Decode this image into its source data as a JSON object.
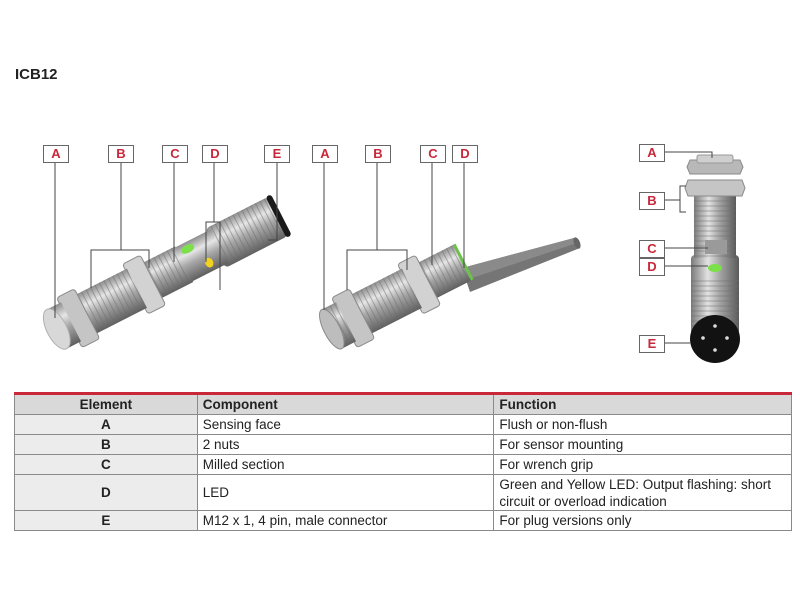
{
  "title": "ICB12",
  "diagrams": [
    {
      "name": "plug-version",
      "labels": [
        "A",
        "B",
        "C",
        "D",
        "E"
      ]
    },
    {
      "name": "cable-version",
      "labels": [
        "A",
        "B",
        "C",
        "D"
      ]
    },
    {
      "name": "front-view",
      "labels": [
        "A",
        "B",
        "C",
        "D",
        "E"
      ]
    }
  ],
  "colors": {
    "label_text": "#c8283a",
    "table_accent": "#c8283a",
    "header_bg": "#d9d9d9",
    "led_green": "#7be04a",
    "led_yellow": "#f2d21e"
  },
  "table": {
    "headers": [
      "Element",
      "Component",
      "Function"
    ],
    "rows": [
      {
        "element": "A",
        "component": "Sensing face",
        "function": "Flush or non-flush"
      },
      {
        "element": "B",
        "component": "2 nuts",
        "function": "For sensor mounting"
      },
      {
        "element": "C",
        "component": "Milled section",
        "function": "For wrench grip"
      },
      {
        "element": "D",
        "component": "LED",
        "function": "Green and Yellow LED: Output flashing: short circuit or overload indication"
      },
      {
        "element": "E",
        "component": "M12 x 1, 4 pin, male connector",
        "function": "For plug versions only"
      }
    ]
  }
}
